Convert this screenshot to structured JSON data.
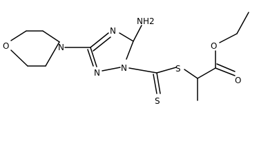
{
  "diagram": {
    "atoms": {
      "amino": "NH2",
      "triazole_n4": "N",
      "triazole_n1": "N",
      "triazole_n2": "N",
      "morpholine_n": "N",
      "morpholine_o": "O",
      "thione_s": "S",
      "thioether_s": "S",
      "ester_o_double": "O",
      "ester_o_single": "O"
    },
    "colors": {
      "bond": "#000000",
      "text": "#000000",
      "background": "#ffffff"
    }
  }
}
